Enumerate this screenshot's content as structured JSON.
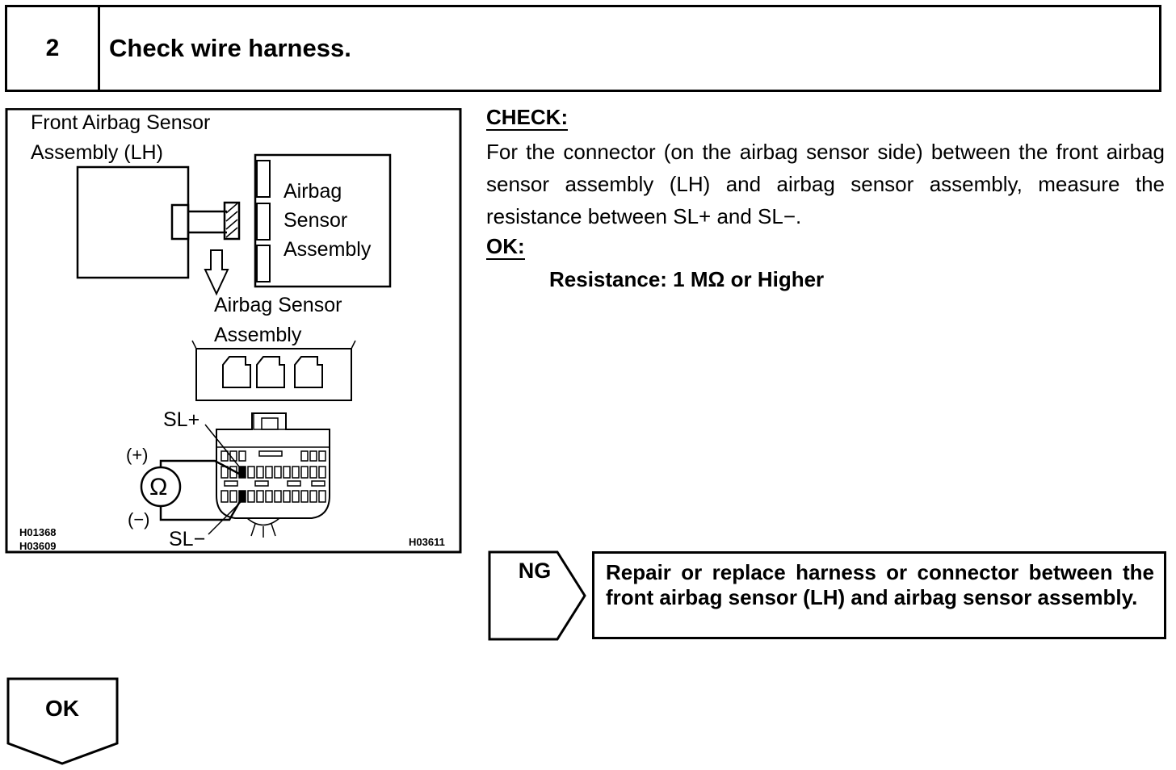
{
  "step": {
    "number": "2",
    "title": "Check wire harness."
  },
  "figure": {
    "label_front_sensor_1": "Front Airbag Sensor",
    "label_front_sensor_2": "Assembly (LH)",
    "label_airbag_1": "Airbag",
    "label_airbag_2": "Sensor",
    "label_airbag_3": "Assembly",
    "label_connector_1": "Airbag Sensor",
    "label_connector_2": "Assembly",
    "sl_plus": "SL+",
    "sl_minus": "SL−",
    "plus_sign": "(+)",
    "minus_sign": "(−)",
    "ohm_symbol": "Ω",
    "code_1": "H01368",
    "code_2": "H03609",
    "code_3": "H03611"
  },
  "check": {
    "heading": "CHECK:",
    "body": "For the connector (on the airbag sensor side) between the front airbag sensor assembly (LH) and airbag sensor assembly, measure the resistance between SL+ and SL−.",
    "ok_heading": "OK:",
    "ok_value": "Resistance: 1 MΩ or Higher"
  },
  "ng": {
    "label": "NG",
    "action": "Repair or replace harness or connector between the front airbag sensor (LH) and airbag sensor assembly."
  },
  "ok": {
    "label": "OK"
  }
}
